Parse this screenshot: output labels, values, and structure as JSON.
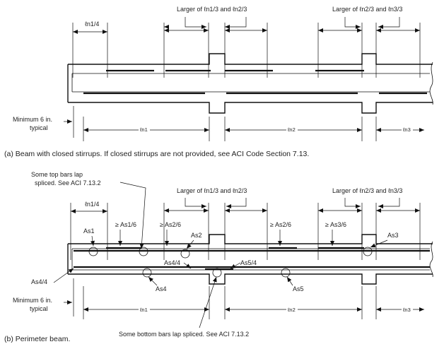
{
  "figure_a": {
    "caption": "(a)  Beam with closed stirrups. If closed stirrups are not provided, see ACI Code Section 7.13.",
    "label_quarter": "ℓn1/4",
    "label_larger_1": "Larger of ℓn1/3 and ℓn2/3",
    "label_larger_2": "Larger of ℓn2/3 and ℓn3/3",
    "label_min_1": "Minimum 6 in.",
    "label_min_2": "typical",
    "span_1": "ℓn1",
    "span_2": "ℓn2",
    "span_3": "ℓn3"
  },
  "figure_b": {
    "caption": "(b)  Perimeter beam.",
    "note_top_1": "Some top bars lap",
    "note_top_2": "spliced. See ACI 7.13.2",
    "note_bottom": "Some bottom bars lap spliced. See ACI 7.13.2",
    "label_quarter": "ℓn1/4",
    "label_larger_1": "Larger of ℓn1/3 and ℓn2/3",
    "label_larger_2": "Larger of ℓn2/3 and ℓn3/3",
    "label_ge1": "≥ As1/6",
    "label_ge2": "≥ As2/6",
    "label_ge3": "≥ As2/6",
    "label_ge4": "≥ As3/6",
    "label_as1": "As1",
    "label_as2": "As2",
    "label_as3": "As3",
    "label_as4": "As4",
    "label_as5": "As5",
    "label_as4q": "As4/4",
    "label_as5q": "As5/4",
    "label_as4q_left": "As4/4",
    "label_min_1": "Minimum 6 in.",
    "label_min_2": "typical",
    "span_1": "ℓn1",
    "span_2": "ℓn2",
    "span_3": "ℓn3"
  }
}
